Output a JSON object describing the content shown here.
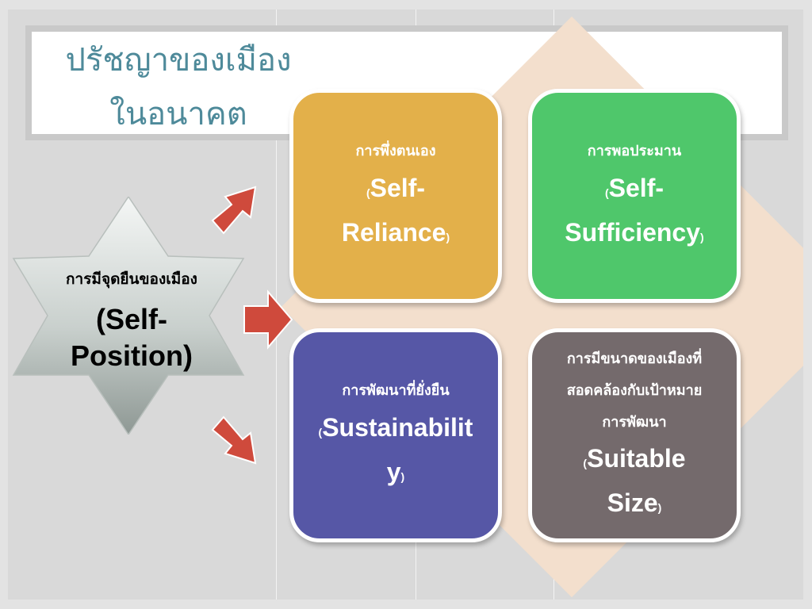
{
  "title": "ปรัชญาของเมือง\nในอนาคต",
  "center": {
    "label_th": "การมีจุดยืนของเมือง",
    "label_en": "(Self-\nPosition)"
  },
  "boxes": [
    {
      "th": "การพึ่งตนเอง",
      "en_open": "(",
      "en": "Self-\nReliance",
      "en_close": ")",
      "color": "#e3b04a"
    },
    {
      "th": "การพอประมาน",
      "en_open": "(",
      "en": "Self-\nSufficiency",
      "en_close": ")",
      "color": "#4fc76b"
    },
    {
      "th": "การพัฒนาที่ยั่งยืน",
      "en_open": "(",
      "en": "Sustainabilit\ny",
      "en_close": ")",
      "color": "#5657a6"
    },
    {
      "th": "การมีขนาดของเมืองที่\nสอดคล้องกับเป้าหมาย\nการพัฒนา",
      "en_open": "(",
      "en": "Suitable\nSize",
      "en_close": ")",
      "color": "#746a6c"
    }
  ],
  "colors": {
    "arrow": "#cf4a3c",
    "diamond": "#f3dfcd",
    "title_text": "#4e8a9a"
  }
}
